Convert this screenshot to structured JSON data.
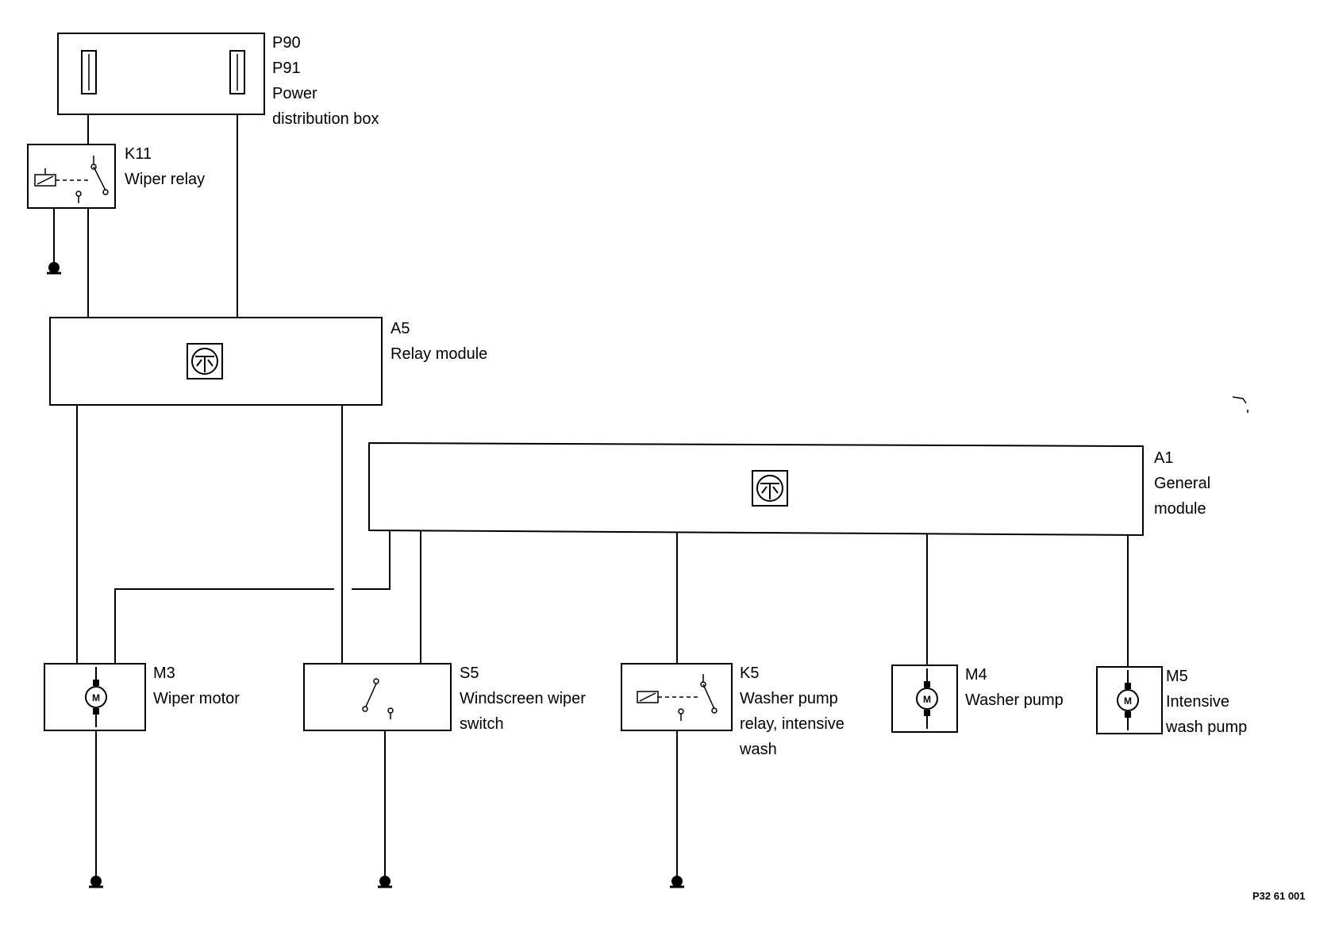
{
  "components": {
    "p90": {
      "code1": "P90",
      "code2": "P91",
      "name_line1": "Power",
      "name_line2": "distribution box"
    },
    "k11": {
      "code": "K11",
      "name": "Wiper relay"
    },
    "a5": {
      "code": "A5",
      "name": "Relay module"
    },
    "a1": {
      "code": "A1",
      "name_line1": "General",
      "name_line2": "module"
    },
    "m3": {
      "code": "M3",
      "name": "Wiper motor"
    },
    "s5": {
      "code": "S5",
      "name_line1": "Windscreen wiper",
      "name_line2": "switch"
    },
    "k5": {
      "code": "K5",
      "name_line1": "Washer pump",
      "name_line2": "relay, intensive",
      "name_line3": "wash"
    },
    "m4": {
      "code": "M4",
      "name": "Washer pump"
    },
    "m5": {
      "code": "M5",
      "name_line1": "Intensive",
      "name_line2": "wash pump"
    }
  },
  "icons": {
    "fuse": "fuse-icon",
    "relay": "relay-icon",
    "ground": "ground-icon",
    "control_unit": "control-unit-icon",
    "motor": "motor-icon",
    "switch": "switch-icon",
    "motor_letter": "M"
  },
  "figure_ref": "P32 61 001"
}
